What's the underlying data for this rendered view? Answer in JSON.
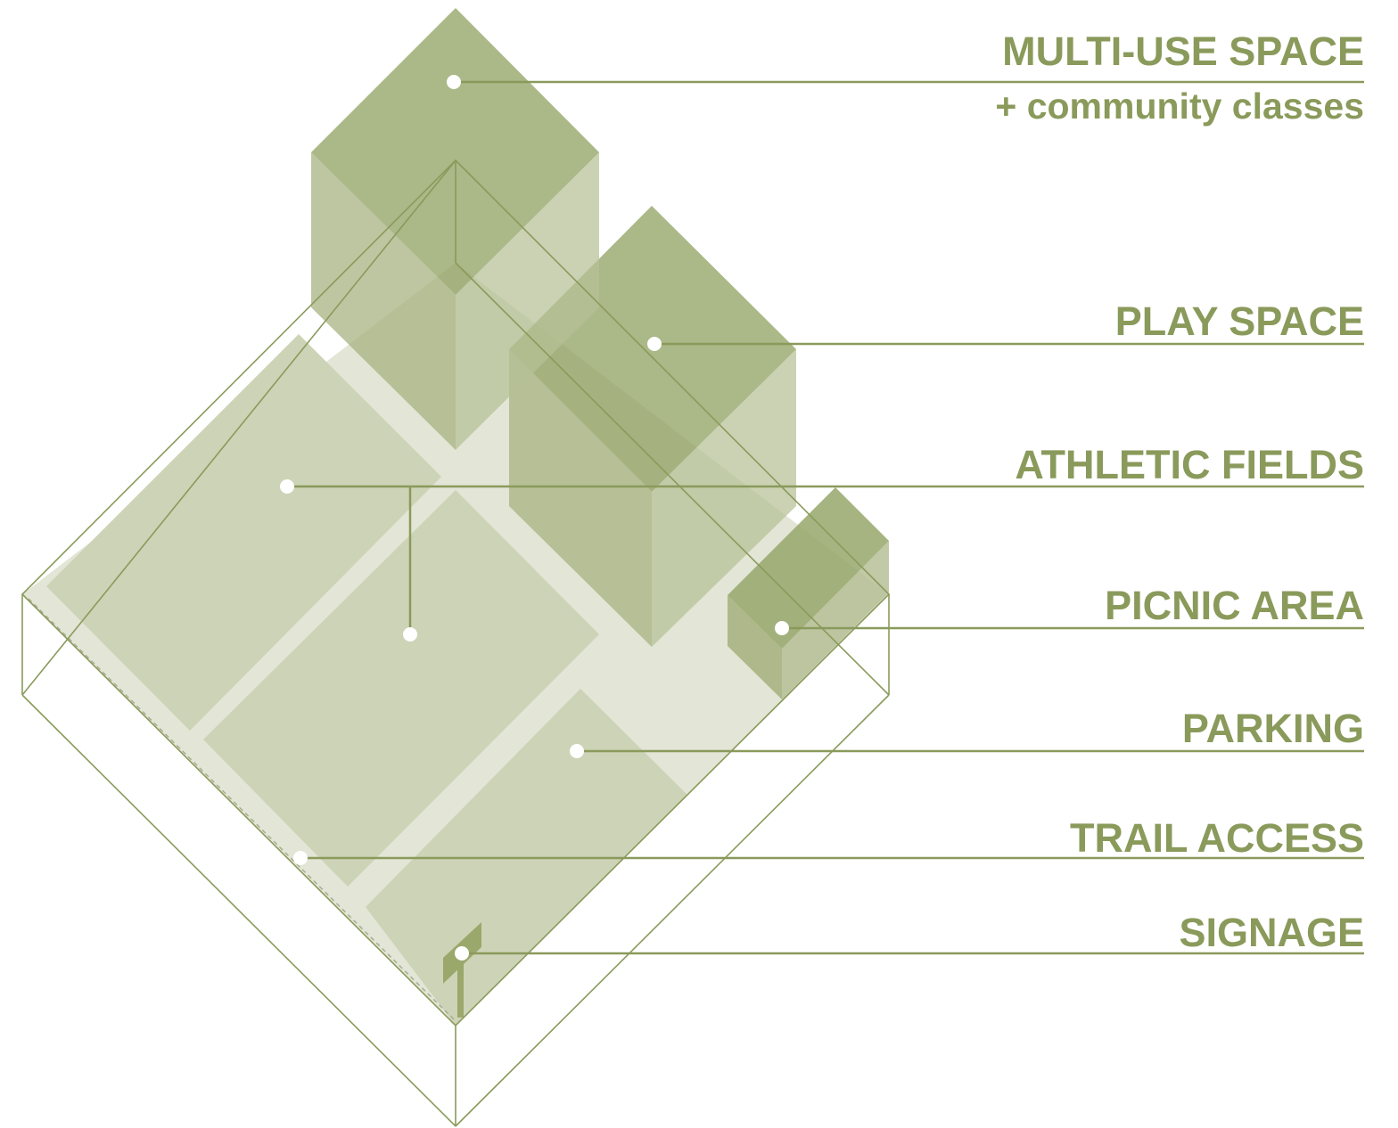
{
  "colors": {
    "accent": "#8a9a5b",
    "site_pad": "#e1e4d4",
    "field": "#cdd3b6",
    "volume_side": "#b6c096",
    "volume_top": "#a5b07d",
    "dot": "#ffffff"
  },
  "labels": {
    "multi_use": "MULTI-USE SPACE",
    "multi_use_sub": "+ community classes",
    "play": "PLAY SPACE",
    "athletic": "ATHLETIC FIELDS",
    "picnic": "PICNIC AREA",
    "parking": "PARKING",
    "trail": "TRAIL ACCESS",
    "signage": "SIGNAGE"
  }
}
